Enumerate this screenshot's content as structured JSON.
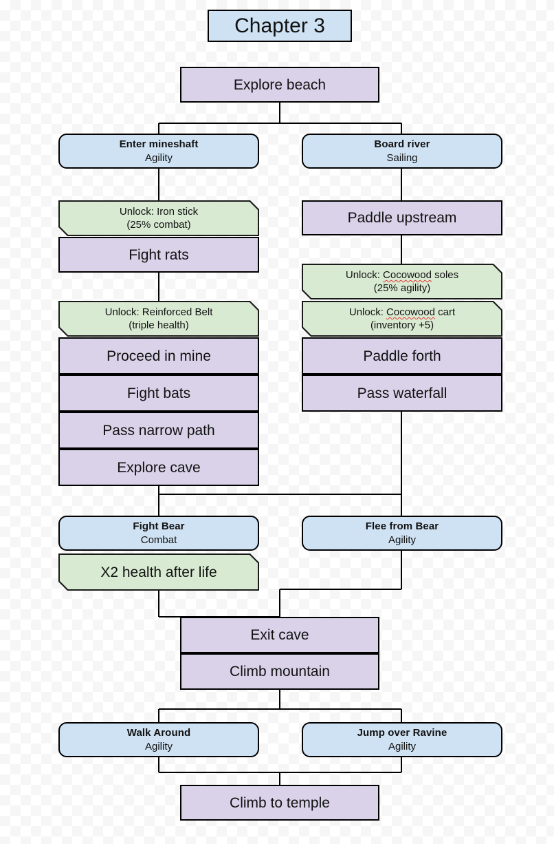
{
  "title": {
    "label": "Chapter 3"
  },
  "colors": {
    "action_fill": "#d9d2e9",
    "check_fill": "#cfe2f3",
    "unlock_fill": "#d9ead3",
    "border": "#000000",
    "spellcheck_underline": "#e53935",
    "background": "#ffffff"
  },
  "nodes": {
    "explore_beach": {
      "label": "Explore beach",
      "type": "action"
    },
    "enter_mineshaft": {
      "label": "Enter mineshaft",
      "skill": "Agility",
      "type": "check"
    },
    "board_river": {
      "label": "Board river",
      "skill": "Sailing",
      "type": "check"
    },
    "unlock_iron_stick": {
      "line1": "Unlock: Iron stick",
      "line2": "(25% combat)",
      "type": "unlock"
    },
    "fight_rats": {
      "label": "Fight rats",
      "type": "action"
    },
    "paddle_upstream": {
      "label": "Paddle upstream",
      "type": "action"
    },
    "unlock_reinforced_belt": {
      "line1": "Unlock: Reinforced Belt",
      "line2": "(triple health)",
      "type": "unlock"
    },
    "proceed_in_mine": {
      "label": "Proceed in mine",
      "type": "action"
    },
    "fight_bats": {
      "label": "Fight bats",
      "type": "action"
    },
    "pass_narrow_path": {
      "label": "Pass narrow path",
      "type": "action"
    },
    "explore_cave": {
      "label": "Explore cave",
      "type": "action"
    },
    "unlock_cocowood_soles": {
      "prefix": "Unlock: ",
      "misspelled": "Cocowood",
      "suffix": " soles",
      "line2": "(25% agility)",
      "type": "unlock",
      "spellcheck": true
    },
    "unlock_cocowood_cart": {
      "prefix": "Unlock: ",
      "misspelled": "Cocowood",
      "suffix": " cart",
      "line2": "(inventory +5)",
      "type": "unlock",
      "spellcheck": true
    },
    "paddle_forth": {
      "label": "Paddle forth",
      "type": "action"
    },
    "pass_waterfall": {
      "label": "Pass waterfall",
      "type": "action"
    },
    "fight_bear": {
      "label": "Fight Bear",
      "skill": "Combat",
      "type": "check"
    },
    "flee_from_bear": {
      "label": "Flee from Bear",
      "skill": "Agility",
      "type": "check"
    },
    "x2_health": {
      "label": "X2 health after life",
      "type": "unlock"
    },
    "exit_cave": {
      "label": "Exit cave",
      "type": "action"
    },
    "climb_mountain": {
      "label": "Climb mountain",
      "type": "action"
    },
    "walk_around": {
      "label": "Walk Around",
      "skill": "Agility",
      "type": "check"
    },
    "jump_over_ravine": {
      "label": "Jump over Ravine",
      "skill": "Agility",
      "type": "check"
    },
    "climb_to_temple": {
      "label": "Climb to temple",
      "type": "action"
    }
  }
}
